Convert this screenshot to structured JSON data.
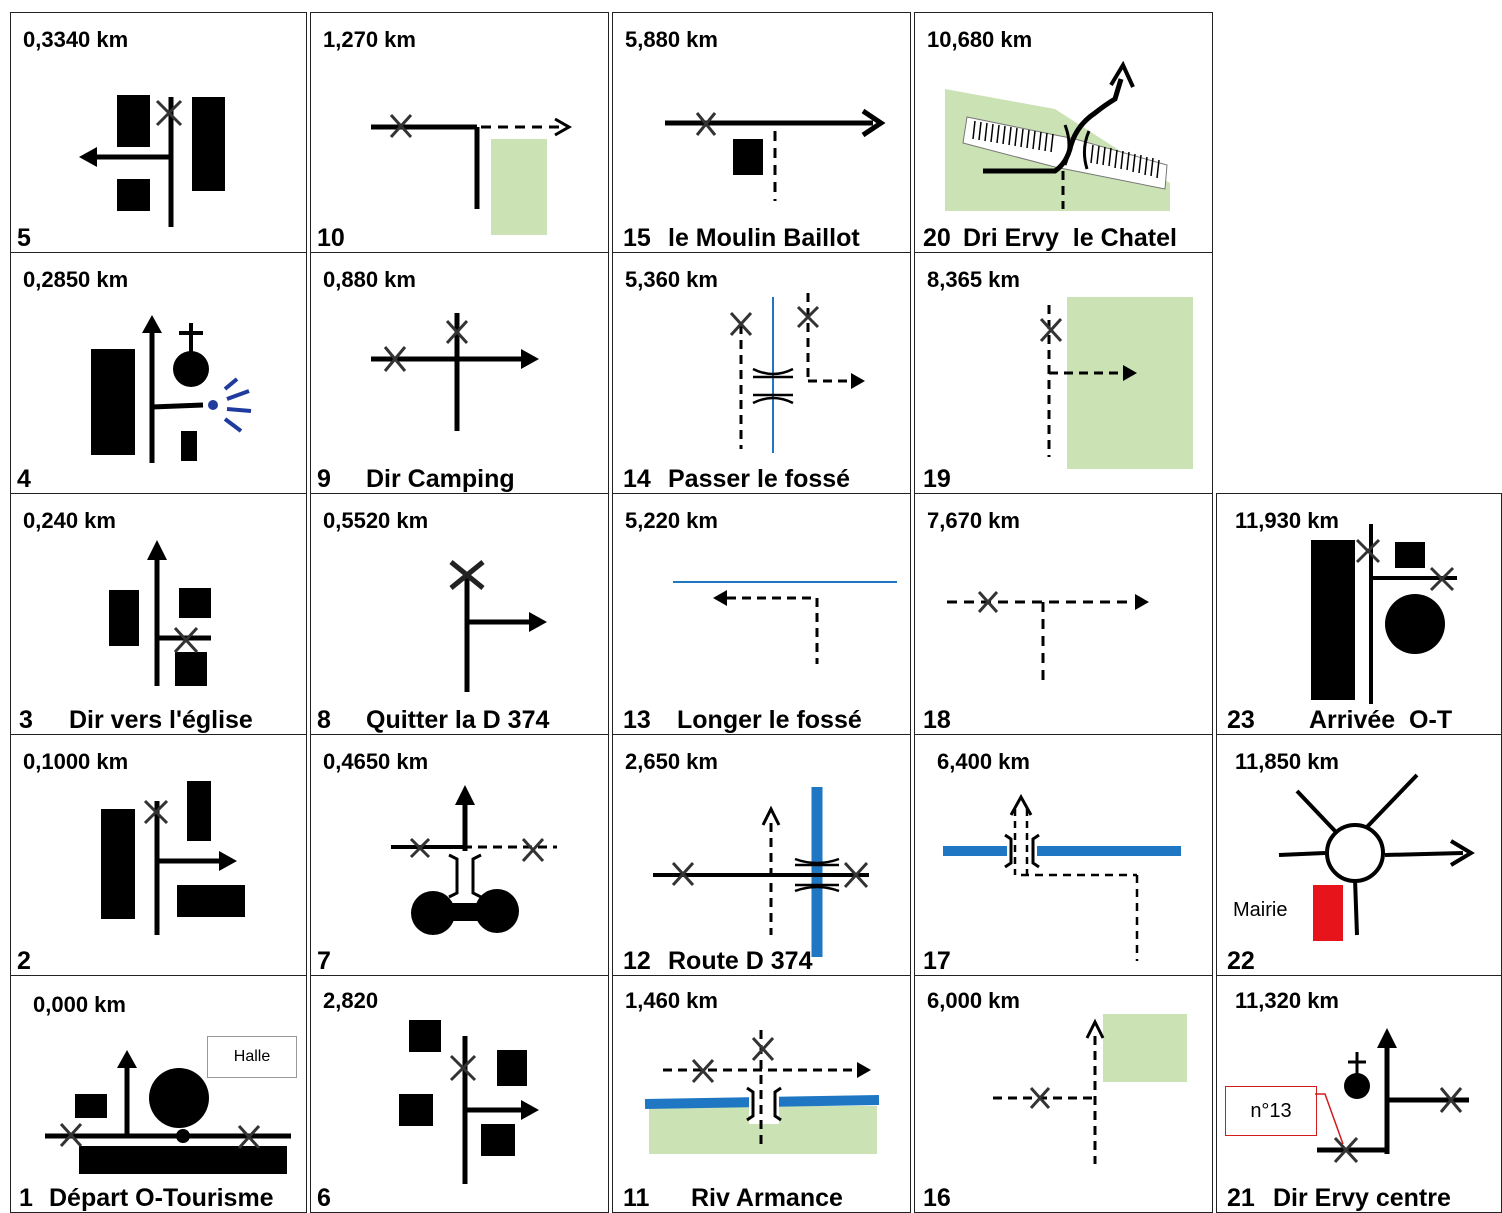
{
  "cells": {
    "c1": {
      "distance": "0,000 km",
      "number": "1",
      "caption": "Départ O-Tourisme",
      "halle": "Halle"
    },
    "c2": {
      "distance": "0,1000 km",
      "number": "2",
      "caption": ""
    },
    "c3": {
      "distance": "0,240 km",
      "number": "3",
      "caption": "Dir vers l'église"
    },
    "c4": {
      "distance": "0,2850 km",
      "number": "4",
      "caption": ""
    },
    "c5": {
      "distance": "0,3340 km",
      "number": "5",
      "caption": ""
    },
    "c6": {
      "distance": "2,820",
      "number": "6",
      "caption": ""
    },
    "c7": {
      "distance": "0,4650 km",
      "number": "7",
      "caption": ""
    },
    "c8": {
      "distance": "0,5520 km",
      "number": "8",
      "caption": "Quitter la D 374"
    },
    "c9": {
      "distance": "0,880 km",
      "number": "9",
      "caption": "Dir Camping"
    },
    "c10": {
      "distance": "1,270 km",
      "number": "10",
      "caption": ""
    },
    "c11": {
      "distance": "1,460 km",
      "number": "11",
      "caption": "Riv Armance"
    },
    "c12": {
      "distance": "2,650 km",
      "number": "12",
      "caption": "Route D 374"
    },
    "c13": {
      "distance": "5,220 km",
      "number": "13",
      "caption": "Longer le fossé"
    },
    "c14": {
      "distance": "5,360 km",
      "number": "14",
      "caption": "Passer le fossé"
    },
    "c15": {
      "distance": "5,880 km",
      "number": "15",
      "caption": "le Moulin Baillot"
    },
    "c16": {
      "distance": "6,000 km",
      "number": "16",
      "caption": ""
    },
    "c17": {
      "distance": "6,400 km",
      "number": "17",
      "caption": ""
    },
    "c18": {
      "distance": "7,670 km",
      "number": "18",
      "caption": ""
    },
    "c19": {
      "distance": "8,365 km",
      "number": "19",
      "caption": ""
    },
    "c20": {
      "distance": "10,680 km",
      "number": "20",
      "caption": "Dri Ervy  le Chatel"
    },
    "c21": {
      "distance": "11,320 km",
      "number": "21",
      "caption": "Dir Ervy centre",
      "box_label": "n°13"
    },
    "c22": {
      "distance": "11,850 km",
      "number": "22",
      "caption": "",
      "mairie": "Mairie"
    },
    "c23": {
      "distance": "11,930 km",
      "number": "23",
      "caption": "Arrivée  O-T"
    }
  },
  "colors": {
    "green": "#cbe3b4",
    "blue": "#1f77c4",
    "red": "#e8141b"
  }
}
